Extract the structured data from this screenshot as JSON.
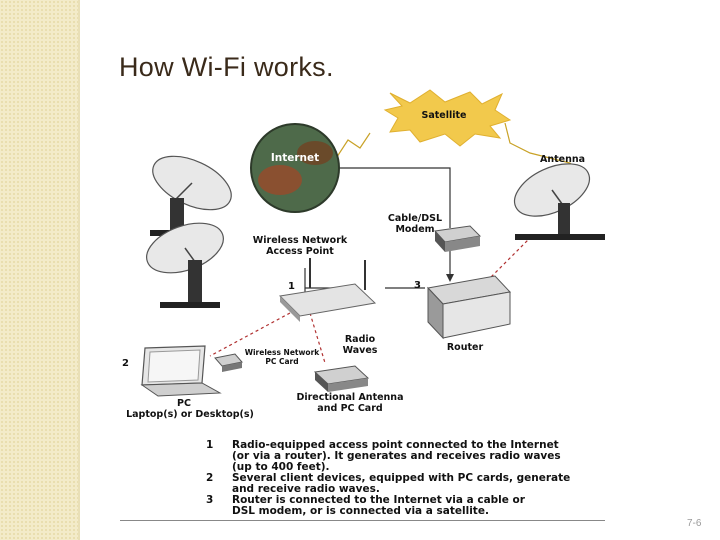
{
  "slide": {
    "title": "How Wi-Fi works.",
    "page_number": "7-6"
  },
  "diagram": {
    "labels": {
      "satellite": "Satellite",
      "internet": "Internet",
      "antenna": "Antenna",
      "modem_l1": "Cable/DSL",
      "modem_l2": "Modem",
      "ap_l1": "Wireless Network",
      "ap_l2": "Access Point",
      "router": "Router",
      "radio_l1": "Radio",
      "radio_l2": "Waves",
      "pccard_l1": "Wireless Network",
      "pccard_l2": "PC Card",
      "pc_l1": "PC",
      "pc_l2": "Laptop(s) or Desktop(s)",
      "dir_l1": "Directional Antenna",
      "dir_l2": "and PC Card"
    },
    "markers": [
      "1",
      "2",
      "3"
    ],
    "legend": [
      {
        "num": "1",
        "lines": [
          "Radio-equipped access point connected to the Internet",
          "(or via a router). It generates and receives radio waves",
          "(up to 400 feet)."
        ]
      },
      {
        "num": "2",
        "lines": [
          "Several client devices, equipped with PC cards,  generate",
          "and receive radio waves."
        ]
      },
      {
        "num": "3",
        "lines": [
          "Router is connected to the Internet via a cable or",
          "DSL modem, or is connected via a satellite."
        ]
      }
    ]
  },
  "colors": {
    "title": "#3a2a1a",
    "satellite_burst": "#f2c94c",
    "link_red": "#b03030",
    "link_gold": "#c9a227"
  }
}
